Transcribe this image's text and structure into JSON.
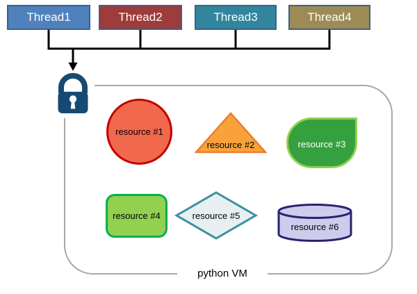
{
  "threads": [
    {
      "label": "Thread1",
      "fill": "#4F81BD"
    },
    {
      "label": "Thread2",
      "fill": "#9E3B3B"
    },
    {
      "label": "Thread3",
      "fill": "#31859C"
    },
    {
      "label": "Thread4",
      "fill": "#9C8B55"
    }
  ],
  "thread_border_color": "#3D5F8E",
  "thread_text_color": "#FFFFFF",
  "connector_color": "#000000",
  "lock": {
    "icon": "padlock-icon",
    "color": "#164A72",
    "keyhole_color": "#FFFFFF"
  },
  "vm": {
    "label": "python VM",
    "border_color": "#A8A8A8"
  },
  "resources": [
    {
      "label": "resource #1",
      "shape": "circle",
      "fill": "#F2684C",
      "stroke": "#C00000",
      "text_color": "#000000"
    },
    {
      "label": "resource #2",
      "shape": "triangle",
      "fill": "#F9A23C",
      "stroke": "#ED7D31",
      "text_color": "#000000"
    },
    {
      "label": "resource #3",
      "shape": "teardrop",
      "fill": "#35A03E",
      "stroke": "#92D050",
      "text_color": "#FFFFFF"
    },
    {
      "label": "resource #4",
      "shape": "rounded-rect",
      "fill": "#92D050",
      "stroke": "#00B050",
      "text_color": "#000000"
    },
    {
      "label": "resource #5",
      "shape": "diamond",
      "fill": "#E6F0F3",
      "stroke": "#3E8FA0",
      "text_color": "#000000"
    },
    {
      "label": "resource #6",
      "shape": "cylinder",
      "fill": "#CDCCEC",
      "stroke": "#2B2171",
      "text_color": "#000000"
    }
  ]
}
